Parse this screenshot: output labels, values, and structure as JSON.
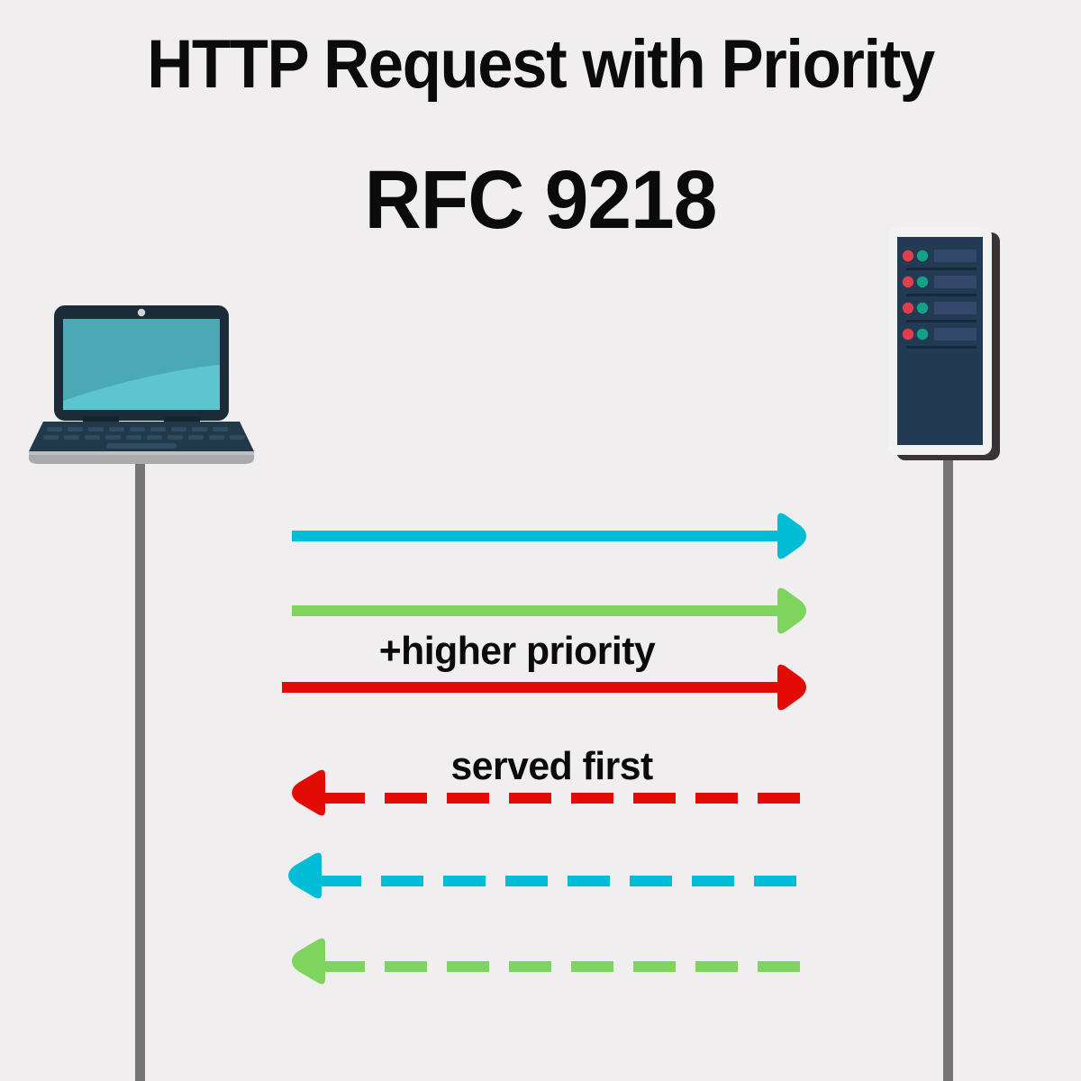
{
  "page": {
    "background_color": "#f0eeee",
    "title": "HTTP Request with Priority",
    "subtitle": "RFC 9218"
  },
  "actors": {
    "client": {
      "name": "laptop",
      "label": "",
      "lifeline_color": "#757575",
      "colors": {
        "bezel": "#1b2b38",
        "screen": "#4ba9b6",
        "screen_wave": "#5cc5d0",
        "keyboard": "#22394a",
        "key": "#2e4d63",
        "base": "#a9aaab",
        "webcam": "#d2d4d5"
      }
    },
    "server": {
      "name": "server-rack",
      "label": "",
      "lifeline_color": "#757575",
      "colors": {
        "case": "#f2f2f2",
        "panel": "#223a52",
        "bar": "#33486b",
        "divider": "#16283a",
        "led_red": "#e03e4e",
        "led_teal": "#16a085",
        "shadow": "#3a3336"
      },
      "slot_count": 4
    }
  },
  "messages": [
    {
      "id": "req-1",
      "direction": "right",
      "style": "solid",
      "color": "#00bcd4",
      "label": ""
    },
    {
      "id": "req-2",
      "direction": "right",
      "style": "solid",
      "color": "#7ed45c",
      "label": ""
    },
    {
      "id": "req-3",
      "direction": "right",
      "style": "solid",
      "color": "#e30b05",
      "label": "+higher priority"
    },
    {
      "id": "res-1",
      "direction": "left",
      "style": "dashed",
      "color": "#e30b05",
      "label": "served first"
    },
    {
      "id": "res-2",
      "direction": "left",
      "style": "dashed",
      "color": "#00bcd4",
      "label": ""
    },
    {
      "id": "res-3",
      "direction": "left",
      "style": "dashed",
      "color": "#7ed45c",
      "label": ""
    }
  ],
  "labels": {
    "higher_priority": "+higher priority",
    "served_first": "served first"
  }
}
